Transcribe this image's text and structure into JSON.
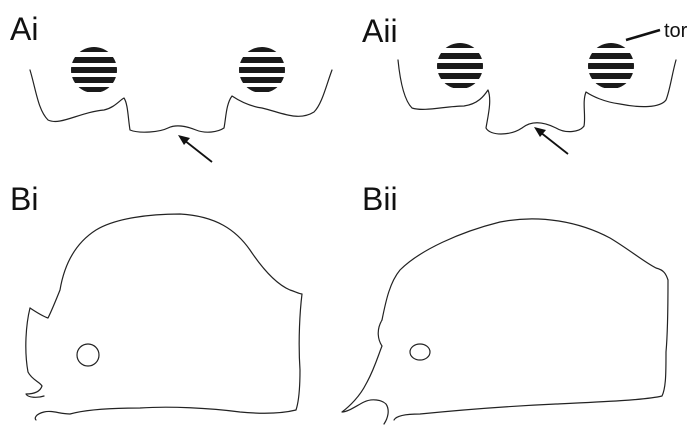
{
  "panels": {
    "ai": {
      "label": "Ai"
    },
    "aii": {
      "label": "Aii"
    },
    "bi": {
      "label": "Bi"
    },
    "bii": {
      "label": "Bii"
    }
  },
  "annotations": {
    "torus_label": "tor"
  },
  "stripe_color": "#1a1a1a",
  "line_color": "#222222"
}
